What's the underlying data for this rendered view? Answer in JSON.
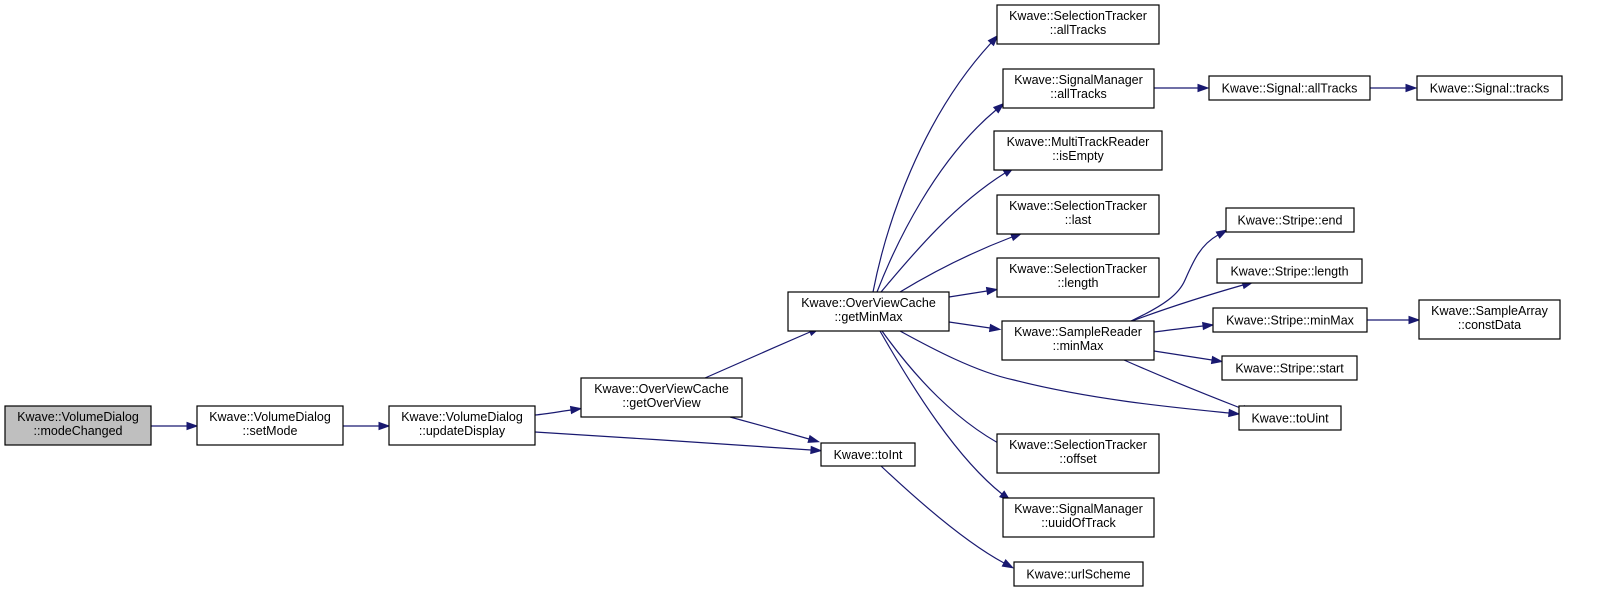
{
  "graph": {
    "nodes": [
      {
        "id": "mode",
        "lines": [
          "Kwave::VolumeDialog",
          "::modeChanged"
        ],
        "root": true
      },
      {
        "id": "setMode",
        "lines": [
          "Kwave::VolumeDialog",
          "::setMode"
        ]
      },
      {
        "id": "updateDisplay",
        "lines": [
          "Kwave::VolumeDialog",
          "::updateDisplay"
        ]
      },
      {
        "id": "getOverView",
        "lines": [
          "Kwave::OverViewCache",
          "::getOverView"
        ]
      },
      {
        "id": "getMinMax",
        "lines": [
          "Kwave::OverViewCache",
          "::getMinMax"
        ]
      },
      {
        "id": "toInt",
        "lines": [
          "Kwave::toInt"
        ]
      },
      {
        "id": "urlScheme",
        "lines": [
          "Kwave::urlScheme"
        ]
      },
      {
        "id": "stAll",
        "lines": [
          "Kwave::SelectionTracker",
          "::allTracks"
        ]
      },
      {
        "id": "smAll",
        "lines": [
          "Kwave::SignalManager",
          "::allTracks"
        ]
      },
      {
        "id": "mtrEmpty",
        "lines": [
          "Kwave::MultiTrackReader",
          "::isEmpty"
        ]
      },
      {
        "id": "stLast",
        "lines": [
          "Kwave::SelectionTracker",
          "::last"
        ]
      },
      {
        "id": "stLength",
        "lines": [
          "Kwave::SelectionTracker",
          "::length"
        ]
      },
      {
        "id": "srMinMax",
        "lines": [
          "Kwave::SampleReader",
          "::minMax"
        ]
      },
      {
        "id": "stOffset",
        "lines": [
          "Kwave::SelectionTracker",
          "::offset"
        ]
      },
      {
        "id": "smUuid",
        "lines": [
          "Kwave::SignalManager",
          "::uuidOfTrack"
        ]
      },
      {
        "id": "sigAll",
        "lines": [
          "Kwave::Signal::allTracks"
        ]
      },
      {
        "id": "sigTracks",
        "lines": [
          "Kwave::Signal::tracks"
        ]
      },
      {
        "id": "strEnd",
        "lines": [
          "Kwave::Stripe::end"
        ]
      },
      {
        "id": "strLength",
        "lines": [
          "Kwave::Stripe::length"
        ]
      },
      {
        "id": "strMinMax",
        "lines": [
          "Kwave::Stripe::minMax"
        ]
      },
      {
        "id": "strStart",
        "lines": [
          "Kwave::Stripe::start"
        ]
      },
      {
        "id": "toUint",
        "lines": [
          "Kwave::toUint"
        ]
      },
      {
        "id": "saConst",
        "lines": [
          "Kwave::SampleArray",
          "::constData"
        ]
      }
    ],
    "edges": [
      [
        "mode",
        "setMode"
      ],
      [
        "setMode",
        "updateDisplay"
      ],
      [
        "updateDisplay",
        "getOverView"
      ],
      [
        "updateDisplay",
        "toInt"
      ],
      [
        "getOverView",
        "getMinMax"
      ],
      [
        "getOverView",
        "toInt"
      ],
      [
        "toInt",
        "urlScheme"
      ],
      [
        "getMinMax",
        "stAll"
      ],
      [
        "getMinMax",
        "smAll"
      ],
      [
        "getMinMax",
        "mtrEmpty"
      ],
      [
        "getMinMax",
        "stLast"
      ],
      [
        "getMinMax",
        "stLength"
      ],
      [
        "getMinMax",
        "srMinMax"
      ],
      [
        "getMinMax",
        "toUint"
      ],
      [
        "getMinMax",
        "stOffset"
      ],
      [
        "getMinMax",
        "smUuid"
      ],
      [
        "smAll",
        "sigAll"
      ],
      [
        "sigAll",
        "sigTracks"
      ],
      [
        "srMinMax",
        "strEnd"
      ],
      [
        "srMinMax",
        "strLength"
      ],
      [
        "srMinMax",
        "strMinMax"
      ],
      [
        "srMinMax",
        "strStart"
      ],
      [
        "srMinMax",
        "toUint"
      ],
      [
        "strMinMax",
        "saConst"
      ]
    ]
  }
}
